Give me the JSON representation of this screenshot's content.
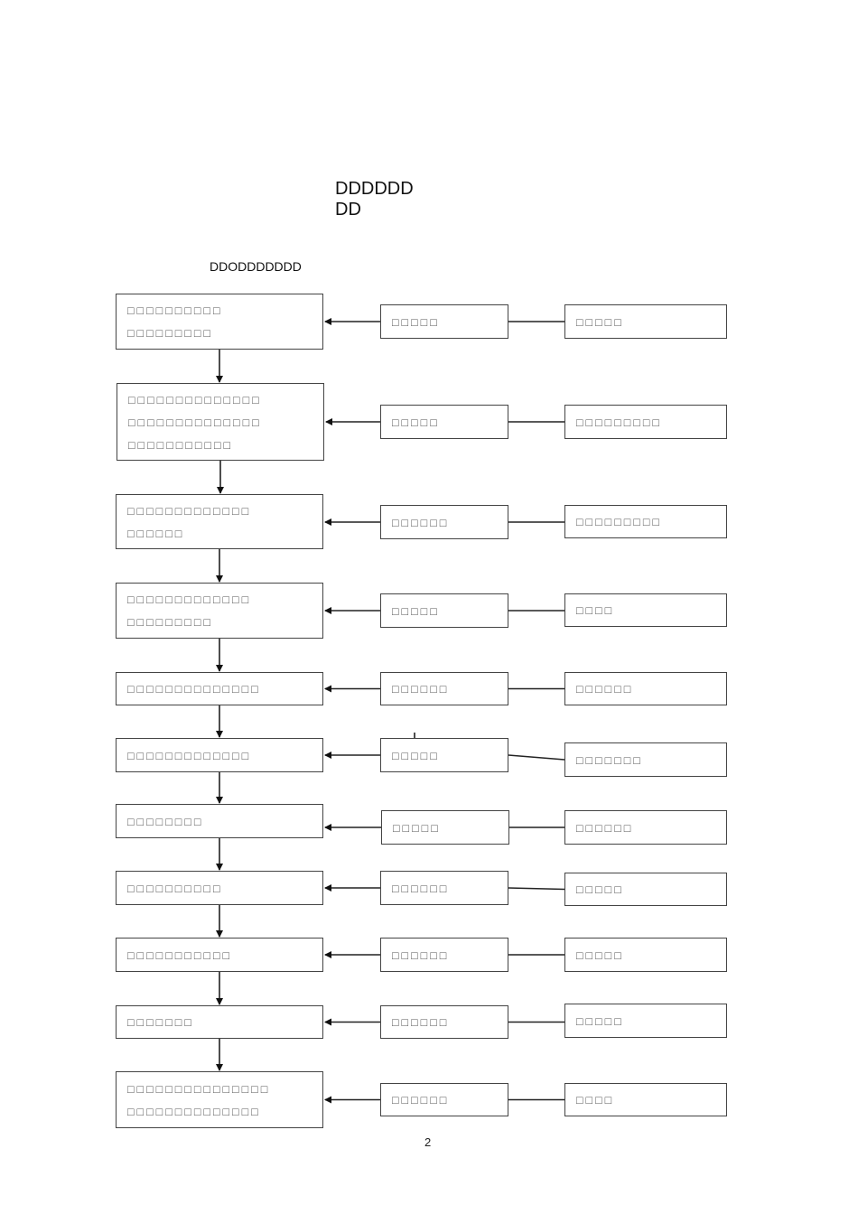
{
  "header": {
    "title_line1": "DDDDDD",
    "title_line2": "DD",
    "subtitle": "DDODDDDDDD"
  },
  "steps": [
    {
      "main": "□□□□□□□□□□\n□□□□□□□□□",
      "role": "□□□□□",
      "resp": "□□□□□"
    },
    {
      "main": "□□□□□□□□□□□□□□\n□□□□□□□□□□□□□□\n□□□□□□□□□□□",
      "role": "□□□□□",
      "resp": "□□□□□□□□□"
    },
    {
      "main": "□□□□□□□□□□□□□\n□□□□□□",
      "role": "□□□□□□",
      "resp": "□□□□□□□□□"
    },
    {
      "main": "□□□□□□□□□□□□□\n□□□□□□□□□",
      "role": "□□□□□",
      "resp": "□□□□"
    },
    {
      "main": "□□□□□□□□□□□□□□",
      "role": "□□□□□□",
      "resp": "□□□□□□"
    },
    {
      "main": "□□□□□□□□□□□□□",
      "role": "□□□□□",
      "resp": "□□□□□□□"
    },
    {
      "main": "□□□□□□□□",
      "role": "□□□□□",
      "resp": "□□□□□□"
    },
    {
      "main": "□□□□□□□□□□",
      "role": "□□□□□□",
      "resp": "□□□□□"
    },
    {
      "main": "□□□□□□□□□□□",
      "role": "□□□□□□",
      "resp": "□□□□□"
    },
    {
      "main": "□□□□□□□",
      "role": "□□□□□□",
      "resp": "□□□□□"
    },
    {
      "main": "□□□□□□□□□□□□□□□\n□□□□□□□□□□□□□□",
      "role": "□□□□□□",
      "resp": "□□□□"
    }
  ],
  "footer": {
    "page_number": "2"
  }
}
